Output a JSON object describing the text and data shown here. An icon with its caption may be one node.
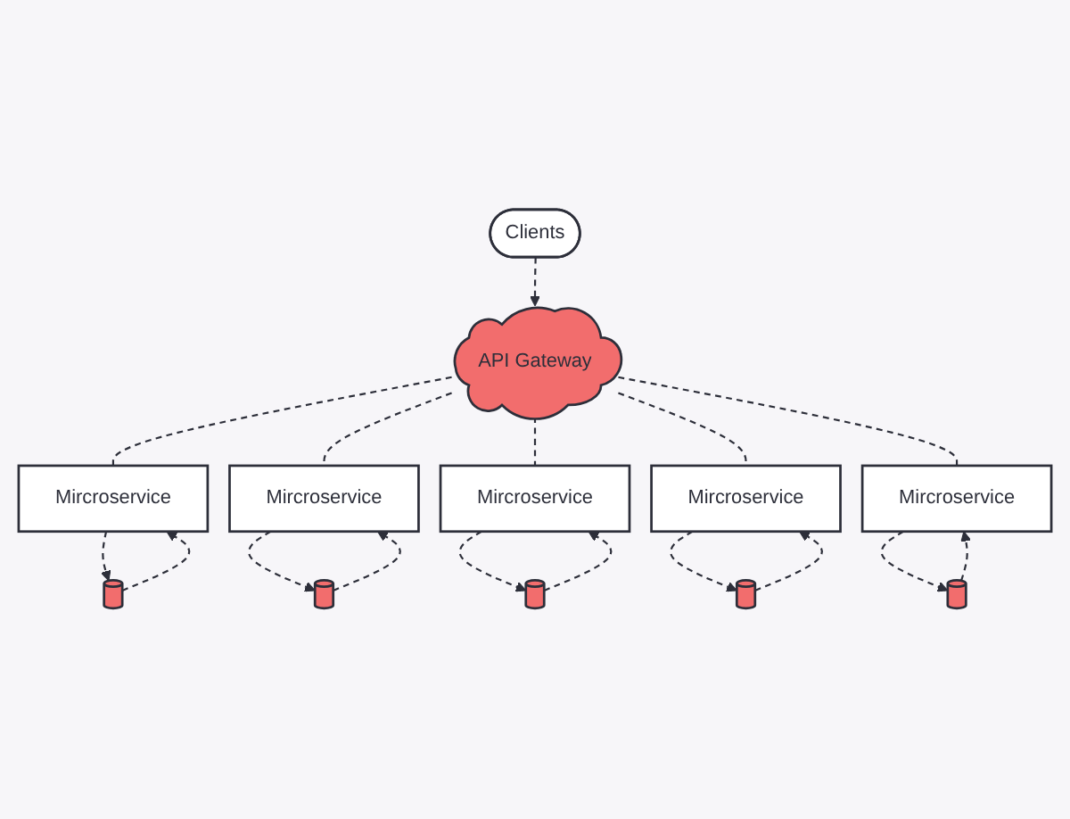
{
  "diagram": {
    "nodes": [
      {
        "text": [
          "Clients"
        ]
      },
      {
        "text": [
          "API Gateway"
        ]
      },
      {
        "text": [
          "Mircroservice"
        ]
      },
      {
        "text": [
          "Mircroservice"
        ]
      },
      {
        "text": [
          "Mircroservice"
        ]
      },
      {
        "text": [
          "Mircroservice"
        ]
      },
      {
        "text": [
          "Mircroservice"
        ]
      },
      {
        "text": [],
        "shape": "cylinder"
      },
      {
        "text": [],
        "shape": "cylinder"
      },
      {
        "text": [],
        "shape": "cylinder"
      },
      {
        "text": [],
        "shape": "cylinder"
      },
      {
        "text": [],
        "shape": "cylinder"
      }
    ],
    "edges": [
      {
        "from": 0,
        "to": 1,
        "arrow": "to",
        "style": "dashed"
      },
      {
        "from": 1,
        "to": 2,
        "arrow": "none",
        "style": "dashed"
      },
      {
        "from": 1,
        "to": 3,
        "arrow": "none",
        "style": "dashed"
      },
      {
        "from": 1,
        "to": 4,
        "arrow": "none",
        "style": "dashed"
      },
      {
        "from": 1,
        "to": 5,
        "arrow": "none",
        "style": "dashed"
      },
      {
        "from": 1,
        "to": 6,
        "arrow": "none",
        "style": "dashed"
      },
      {
        "from": 2,
        "to": 7,
        "arrow": "to",
        "style": "dashed"
      },
      {
        "from": 7,
        "to": 2,
        "arrow": "to",
        "style": "dashed"
      },
      {
        "from": 3,
        "to": 8,
        "arrow": "to",
        "style": "dashed"
      },
      {
        "from": 8,
        "to": 3,
        "arrow": "to",
        "style": "dashed"
      },
      {
        "from": 4,
        "to": 9,
        "arrow": "to",
        "style": "dashed"
      },
      {
        "from": 9,
        "to": 4,
        "arrow": "to",
        "style": "dashed"
      },
      {
        "from": 5,
        "to": 10,
        "arrow": "to",
        "style": "dashed"
      },
      {
        "from": 10,
        "to": 5,
        "arrow": "to",
        "style": "dashed"
      },
      {
        "from": 6,
        "to": 11,
        "arrow": "to",
        "style": "dashed"
      },
      {
        "from": 11,
        "to": 6,
        "arrow": "to",
        "style": "dashed"
      }
    ]
  }
}
